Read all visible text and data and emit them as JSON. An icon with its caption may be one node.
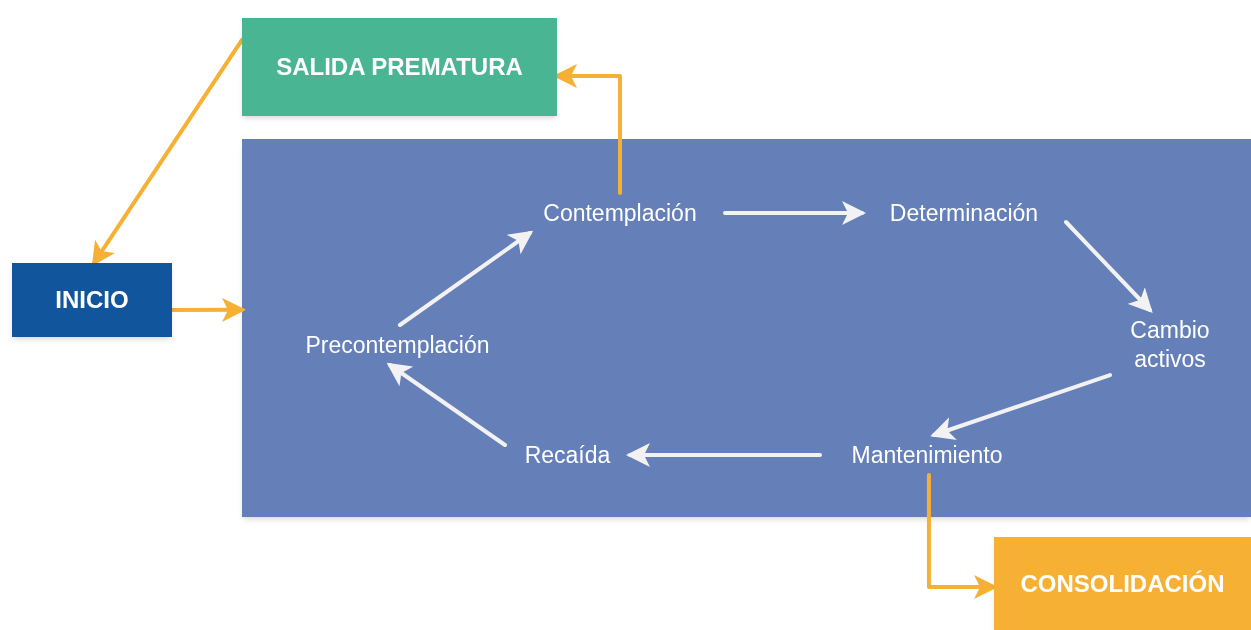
{
  "diagram": {
    "nodes": [
      {
        "text": [
          "SALIDA PREMATURA"
        ]
      },
      {
        "text": [
          "INICIO"
        ]
      },
      {
        "text": [],
        "shape": "box"
      },
      {
        "text": [
          "Contemplación"
        ],
        "in": 2
      },
      {
        "text": [
          "Determinación"
        ],
        "in": 2
      },
      {
        "text": [
          "Cambio activos"
        ],
        "in": 2
      },
      {
        "text": [
          "Mantenimiento"
        ],
        "in": 2
      },
      {
        "text": [
          "Recaída"
        ],
        "in": 2
      },
      {
        "text": [
          "Precontemplación"
        ],
        "in": 2
      },
      {
        "text": [
          "CONSOLIDACIÓN"
        ]
      }
    ],
    "edges": [
      {
        "from": 0,
        "to": 1,
        "arrow": "to",
        "color": "#f6b033"
      },
      {
        "from": 1,
        "to": 2,
        "arrow": "to",
        "color": "#f6b033"
      },
      {
        "from": 3,
        "to": 0,
        "arrow": "to",
        "color": "#f6b033"
      },
      {
        "from": 3,
        "to": 4,
        "arrow": "to"
      },
      {
        "from": 4,
        "to": 5,
        "arrow": "to"
      },
      {
        "from": 5,
        "to": 6,
        "arrow": "to"
      },
      {
        "from": 6,
        "to": 7,
        "arrow": "to"
      },
      {
        "from": 7,
        "to": 8,
        "arrow": "to"
      },
      {
        "from": 8,
        "to": 3,
        "arrow": "to"
      },
      {
        "from": 6,
        "to": 9,
        "arrow": "to",
        "color": "#f6b033"
      }
    ]
  }
}
